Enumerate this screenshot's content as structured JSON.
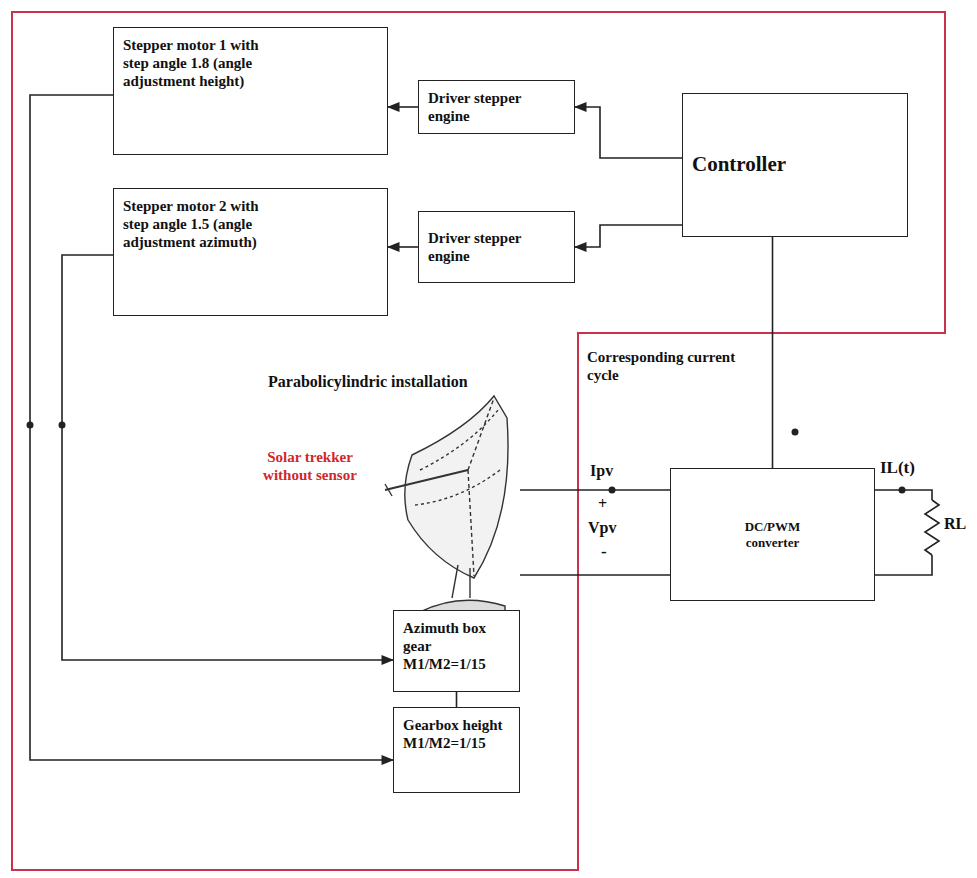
{
  "diagram": {
    "nodes": [
      {
        "text": [
          "Stepper motor 1 with step angle 1.8 (angle adjustment height)"
        ]
      },
      {
        "text": [
          "Driver stepper engine"
        ]
      },
      {
        "text": [
          "Controller"
        ]
      },
      {
        "text": [
          "Stepper motor 2 with step angle 1.5 (angle adjustment azimuth)"
        ]
      },
      {
        "text": [
          "Driver stepper engine"
        ]
      },
      {
        "text": [
          "DC/PWM converter"
        ]
      },
      {
        "text": [
          "Azimuth box gear M1/M2=1/15"
        ]
      },
      {
        "text": [
          "Gearbox height M1/M2=1/15"
        ]
      }
    ],
    "edges": [
      {
        "from": 2,
        "to": 1,
        "arrow": "to"
      },
      {
        "from": 2,
        "to": 4,
        "arrow": "to"
      },
      {
        "from": 1,
        "to": 0,
        "arrow": "to"
      },
      {
        "from": 4,
        "to": 3,
        "arrow": "to"
      },
      {
        "from": 2,
        "to": 5,
        "arrow": "none"
      },
      {
        "from": 3,
        "to": 6,
        "arrow": "to"
      },
      {
        "from": 0,
        "to": 7,
        "arrow": "to"
      },
      {
        "from": 6,
        "to": 7,
        "arrow": "none"
      }
    ],
    "labels": [
      "Parabolicylindric installation",
      "Solar trekker without sensor",
      "Corresponding current cycle",
      "Ipv",
      "+",
      "Vpv",
      "-",
      "IL(t)",
      "RL"
    ]
  }
}
